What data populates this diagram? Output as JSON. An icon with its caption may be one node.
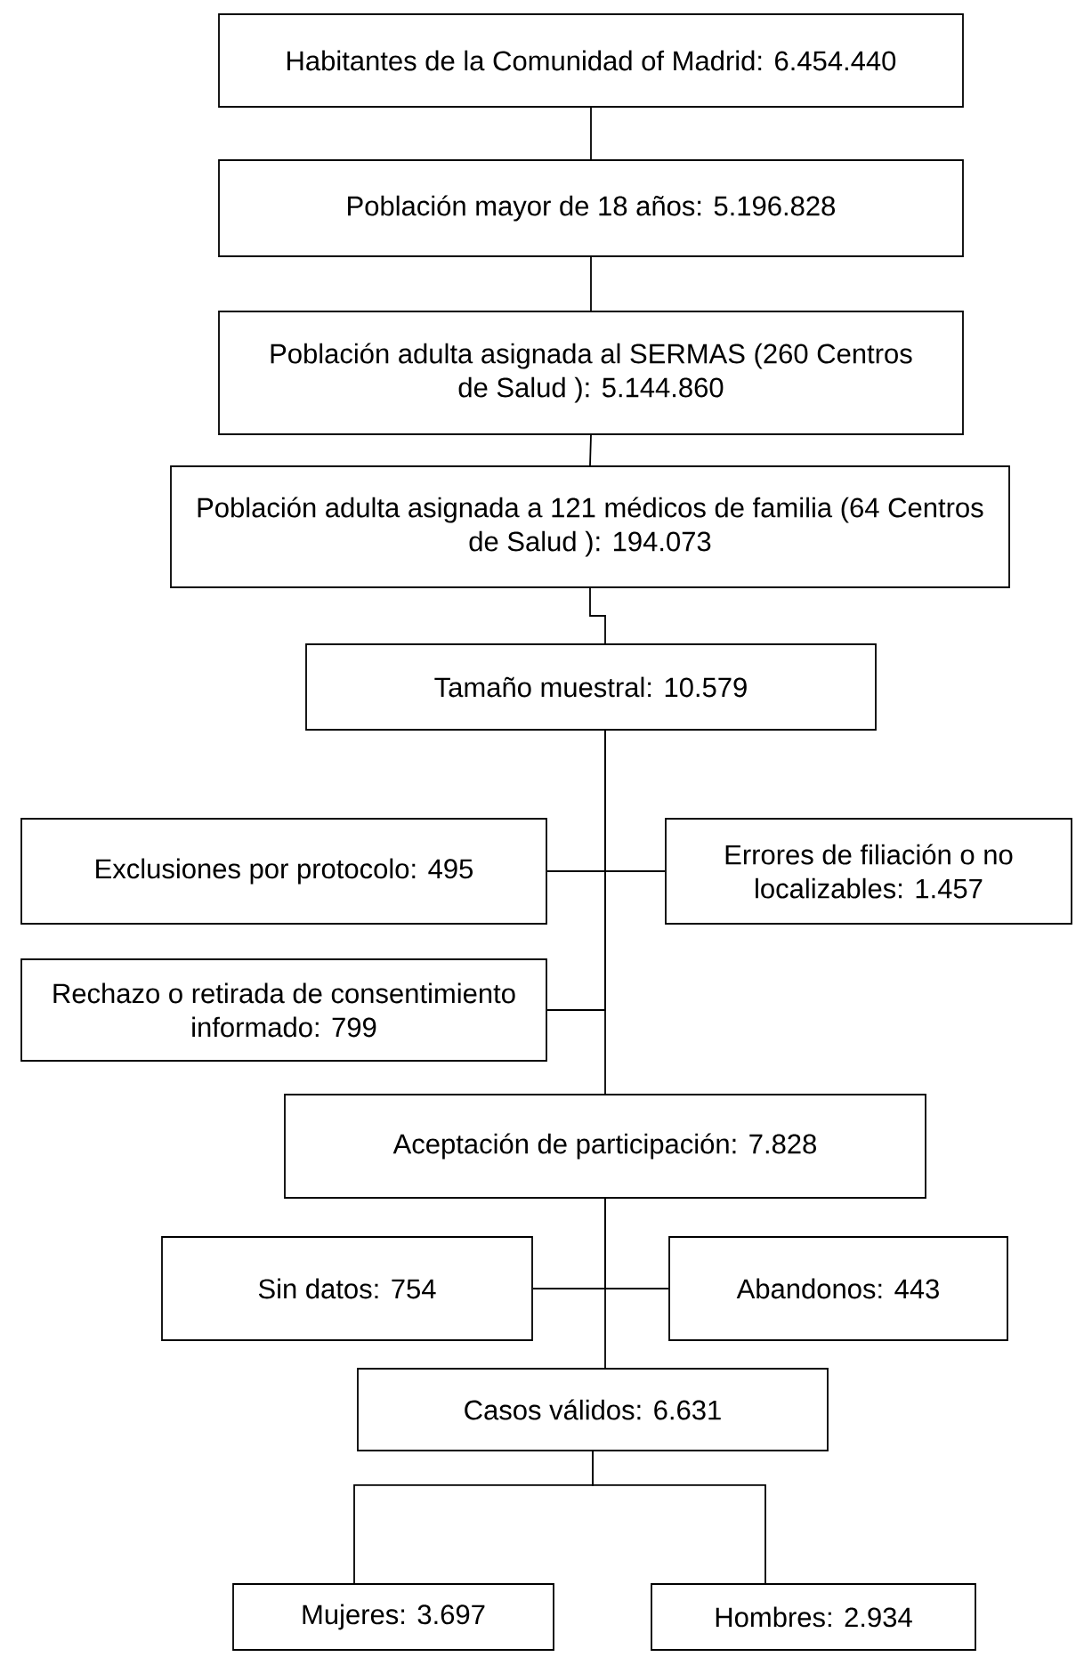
{
  "diagram": {
    "nodes": [
      {
        "text": [
          "Habitantes de la Comunidad of Madrid: 6.454.440"
        ]
      },
      {
        "text": [
          "Población mayor de 18 años: 5.196.828"
        ]
      },
      {
        "text": [
          "Población adulta asignada al SERMAS (260 Centros de Salud ): 5.144.860"
        ]
      },
      {
        "text": [
          "Población adulta asignada a 121 médicos de familia (64 Centros de Salud ): 194.073"
        ]
      },
      {
        "text": [
          "Tamaño muestral: 10.579"
        ]
      },
      {
        "text": [
          "Exclusiones por protocolo: 495"
        ]
      },
      {
        "text": [
          "Errores de filiación o no localizables: 1.457"
        ]
      },
      {
        "text": [
          "Rechazo o retirada de consentimiento informado: 799"
        ]
      },
      {
        "text": [
          "Aceptación de participación: 7.828"
        ]
      },
      {
        "text": [
          "Sin datos: 754"
        ]
      },
      {
        "text": [
          "Abandonos: 443"
        ]
      },
      {
        "text": [
          "Casos válidos: 6.631"
        ]
      },
      {
        "text": [
          "Mujeres: 3.697"
        ]
      },
      {
        "text": [
          "Hombres: 2.934"
        ]
      }
    ],
    "edges": [
      {
        "from": 0,
        "to": 1,
        "arrow": "none"
      },
      {
        "from": 1,
        "to": 2,
        "arrow": "none"
      },
      {
        "from": 2,
        "to": 3,
        "arrow": "none"
      },
      {
        "from": 3,
        "to": 4,
        "arrow": "none"
      },
      {
        "from": 4,
        "to": 5,
        "arrow": "none"
      },
      {
        "from": 4,
        "to": 6,
        "arrow": "none"
      },
      {
        "from": 4,
        "to": 7,
        "arrow": "none"
      },
      {
        "from": 4,
        "to": 8,
        "arrow": "none"
      },
      {
        "from": 8,
        "to": 9,
        "arrow": "none"
      },
      {
        "from": 8,
        "to": 10,
        "arrow": "none"
      },
      {
        "from": 8,
        "to": 11,
        "arrow": "none"
      },
      {
        "from": 11,
        "to": 12,
        "arrow": "none"
      },
      {
        "from": 11,
        "to": 13,
        "arrow": "none"
      }
    ]
  }
}
